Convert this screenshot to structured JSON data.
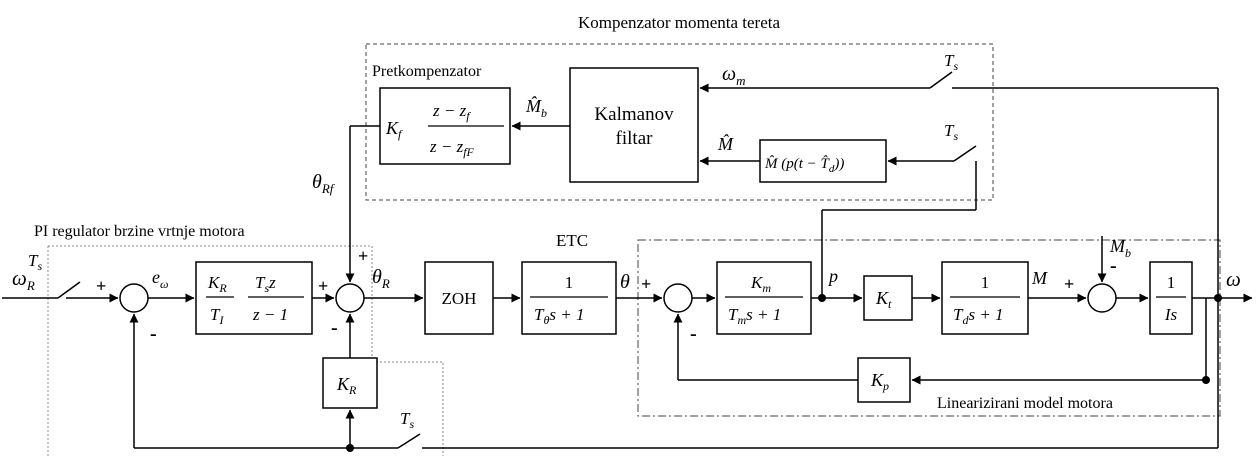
{
  "titles": {
    "load_compensator": "Kompenzator momenta tereta",
    "precompensator": "Pretkompenzator",
    "pi_regulator": "PI regulator brzine vrtnje motora",
    "motor_model": "Linearizirani model motora",
    "etc": "ETC"
  },
  "blocks": {
    "zoh": "ZOH",
    "kalman_line1": "Kalmanov",
    "kalman_line2": "filtar",
    "kr": "K",
    "kr_sub": "R",
    "kt": "K",
    "kt_sub": "t",
    "kp": "K",
    "kp_sub": "p",
    "one": "1",
    "is": "Is",
    "pi_num_k": "K",
    "pi_num_k_sub": "R",
    "pi_den_t": "T",
    "pi_den_t_sub": "I",
    "pi_num_ts": "T",
    "pi_num_ts_sub": "s",
    "pi_num_z": "z",
    "pi_den_z": "z − 1",
    "kf": "K",
    "kf_sub": "f",
    "kf_num": "z − z",
    "kf_num_sub": "f",
    "kf_den": "z − z",
    "kf_den_sub": "fF",
    "etc_den_t": "T",
    "etc_den_sub": "θ",
    "etc_den_rest": "s + 1",
    "km_num": "K",
    "km_num_sub": "m",
    "km_den_t": "T",
    "km_den_sub": "m",
    "km_den_rest": "s + 1",
    "td_den_t": "T",
    "td_den_sub": "d",
    "td_den_rest": "s + 1",
    "mhat_func": "M̂ (p(t − T̂",
    "mhat_func_sub": "d",
    "mhat_func_end": "))"
  },
  "signals": {
    "omega_r": "ω",
    "omega_r_sub": "R",
    "e_omega": "e",
    "e_omega_sub": "ω",
    "theta_r": "θ",
    "theta_r_sub": "R",
    "theta_rf": "θ",
    "theta_rf_sub": "Rf",
    "theta": "θ",
    "p": "p",
    "M": "M",
    "omega": "ω",
    "omega_m": "ω",
    "omega_m_sub": "m",
    "mb": "M",
    "mb_sub": "b",
    "mb_hat": "M̂",
    "mb_hat_sub": "b",
    "m_hat": "M̂",
    "ts": "T",
    "ts_sub": "s"
  },
  "signs": {
    "plus": "+",
    "minus": "-"
  }
}
